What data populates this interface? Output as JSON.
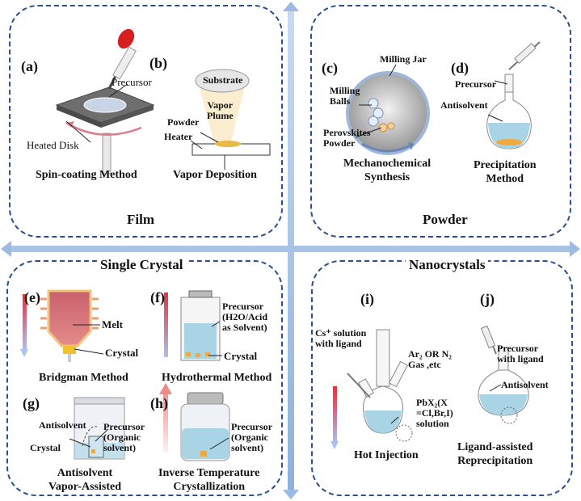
{
  "sections": {
    "film": "Film",
    "powder": "Powder",
    "single_crystal": "Single Crystal",
    "nanocrystals": "Nanocrystals"
  },
  "panel_a": {
    "tag": "(a)",
    "precursor": "Precursor",
    "heated_disk": "Heated Disk",
    "caption": "Spin-coating Method"
  },
  "panel_b": {
    "tag": "(b)",
    "substrate": "Substrate",
    "vapor_plume": "Vapor\nPlume",
    "powder": "Powder",
    "heater": "Heater",
    "caption": "Vapor Deposition"
  },
  "panel_c": {
    "tag": "(c)",
    "milling_jar": "Milling Jar",
    "milling_balls": "Milling\nBalls",
    "perovskites_powder": "Perovskites\nPowder",
    "caption": "Mechanochemical\nSynthesis"
  },
  "panel_d": {
    "tag": "(d)",
    "precursor": "Precursor",
    "antisolvent": "Antisolvent",
    "caption": "Precipitation\nMethod"
  },
  "panel_e": {
    "tag": "(e)",
    "melt": "Melt",
    "crystal": "Crystal",
    "caption": "Bridgman Method"
  },
  "panel_f": {
    "tag": "(f)",
    "precursor": "Precursor\n(H2O/Acid\nas Solvent)",
    "crystal": "Crystal",
    "caption": "Hydrothermal Method"
  },
  "panel_g": {
    "tag": "(g)",
    "antisolvent": "Antisolvent",
    "crystal": "Crystal",
    "precursor": "Precursor\n(Organic\nsolvent)",
    "caption": "Antisolvent\nVapor-Assisted"
  },
  "panel_h": {
    "tag": "(h)",
    "precursor": "Precursor\n(Organic\nsolvent)",
    "caption": "Inverse Temperature\nCrystallization"
  },
  "panel_i": {
    "tag": "(i)",
    "cs_solution": "Cs⁺ solution\nwith ligand",
    "gas": "Ar₂ OR N₂\nGas ,etc",
    "pbx": "PbX₂(X\n=Cl,Br,I)\nsolution",
    "caption": "Hot Injection"
  },
  "panel_j": {
    "tag": "(j)",
    "precursor": "Precursor\nwith ligand",
    "antisolvent": "Antisolvent",
    "caption": "Ligand-assisted\nReprecipitation"
  },
  "colors": {
    "border": "#2a4f8a",
    "axis": "#a9c3e6",
    "liquid": "#a8d4e6",
    "melt": "#d9707a",
    "orange": "#f2a93b"
  }
}
